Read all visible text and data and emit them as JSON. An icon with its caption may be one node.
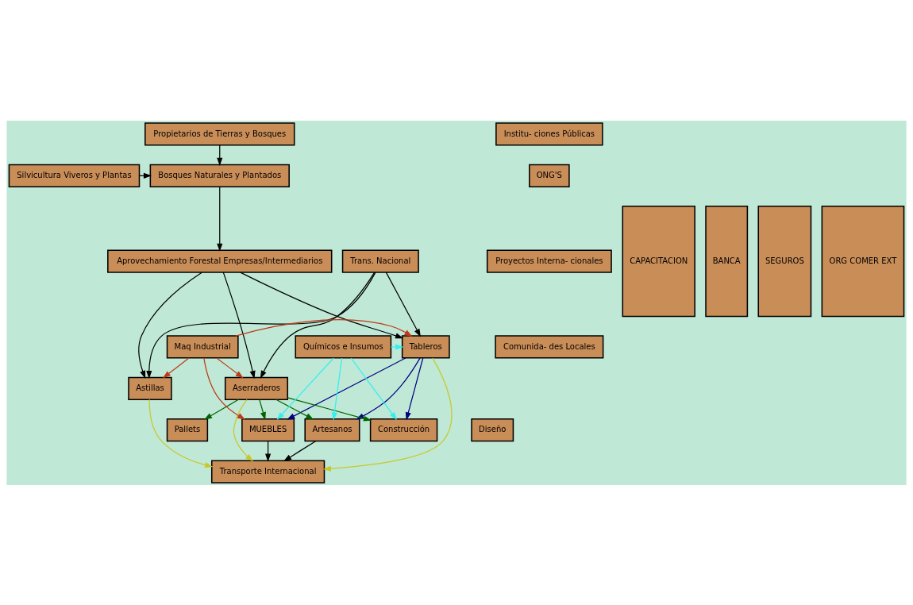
{
  "diagram": {
    "nodes": [
      {
        "text": [
          "Propietarios de Tierras y Bosques"
        ]
      },
      {
        "text": [
          "Silvicultura Viveros y Plantas"
        ]
      },
      {
        "text": [
          "Bosques Naturales y Plantados"
        ]
      },
      {
        "text": [
          "Aprovechamiento Forestal Empresas/Intermediarios"
        ]
      },
      {
        "text": [
          "Trans. Nacional"
        ]
      },
      {
        "text": [
          "Tableros"
        ]
      },
      {
        "text": [
          "Aserraderos"
        ]
      },
      {
        "text": [
          "Astillas"
        ]
      },
      {
        "text": [
          "Químicos e Insumos"
        ]
      },
      {
        "text": [
          "Maq Industrial"
        ]
      },
      {
        "text": [
          "Artesanos"
        ]
      },
      {
        "text": [
          "MUEBLES"
        ]
      },
      {
        "text": [
          "Construcción"
        ]
      },
      {
        "text": [
          "Pallets"
        ]
      },
      {
        "text": [
          "Diseño"
        ]
      },
      {
        "text": [
          "Transporte Internacional"
        ]
      },
      {
        "text": [
          "Institu- ciones Públicas"
        ]
      },
      {
        "text": [
          "ONG'S"
        ]
      },
      {
        "text": [
          "Proyectos Interna- cionales"
        ]
      },
      {
        "text": [
          "Comunida- des Locales"
        ]
      },
      {
        "text": [
          "CAPACITACION"
        ]
      },
      {
        "text": [
          "BANCA"
        ]
      },
      {
        "text": [
          "SEGUROS"
        ]
      },
      {
        "text": [
          "ORG COMER EXT"
        ]
      }
    ],
    "edges": [
      {
        "from": 0,
        "to": 2,
        "arrow": "to"
      },
      {
        "from": 1,
        "to": 2,
        "arrow": "to"
      },
      {
        "from": 2,
        "to": 3,
        "arrow": "to"
      },
      {
        "from": 3,
        "to": 5,
        "arrow": "to"
      },
      {
        "from": 3,
        "to": 6,
        "arrow": "to"
      },
      {
        "from": 3,
        "to": 7,
        "arrow": "to"
      },
      {
        "from": 4,
        "to": 5,
        "arrow": "to"
      },
      {
        "from": 4,
        "to": 6,
        "arrow": "to"
      },
      {
        "from": 4,
        "to": 7,
        "arrow": "to"
      },
      {
        "from": 5,
        "to": 15,
        "arrow": "to",
        "color": "#c8c828"
      },
      {
        "from": 6,
        "to": 15,
        "arrow": "to",
        "color": "#c8c828"
      },
      {
        "from": 7,
        "to": 15,
        "arrow": "to",
        "color": "#c8c828"
      },
      {
        "from": 5,
        "to": 10,
        "arrow": "to",
        "color": "#000080"
      },
      {
        "from": 5,
        "to": 11,
        "arrow": "to",
        "color": "#000080"
      },
      {
        "from": 5,
        "to": 12,
        "arrow": "to",
        "color": "#000080"
      },
      {
        "from": 9,
        "to": 5,
        "arrow": "to",
        "color": "#c03818"
      },
      {
        "from": 9,
        "to": 6,
        "arrow": "to",
        "color": "#c03818"
      },
      {
        "from": 9,
        "to": 7,
        "arrow": "to",
        "color": "#c03818"
      },
      {
        "from": 9,
        "to": 11,
        "arrow": "to",
        "color": "#c03818"
      },
      {
        "from": 8,
        "to": 5,
        "arrow": "to",
        "color": "#30f0f0"
      },
      {
        "from": 8,
        "to": 10,
        "arrow": "to",
        "color": "#30f0f0"
      },
      {
        "from": 8,
        "to": 11,
        "arrow": "to",
        "color": "#30f0f0"
      },
      {
        "from": 8,
        "to": 12,
        "arrow": "to",
        "color": "#30f0f0"
      },
      {
        "from": 6,
        "to": 10,
        "arrow": "to",
        "color": "#006400"
      },
      {
        "from": 6,
        "to": 11,
        "arrow": "to",
        "color": "#006400"
      },
      {
        "from": 6,
        "to": 12,
        "arrow": "to",
        "color": "#006400"
      },
      {
        "from": 6,
        "to": 13,
        "arrow": "to",
        "color": "#006400"
      },
      {
        "from": 10,
        "to": 15,
        "arrow": "to"
      },
      {
        "from": 11,
        "to": 15,
        "arrow": "to"
      }
    ]
  }
}
